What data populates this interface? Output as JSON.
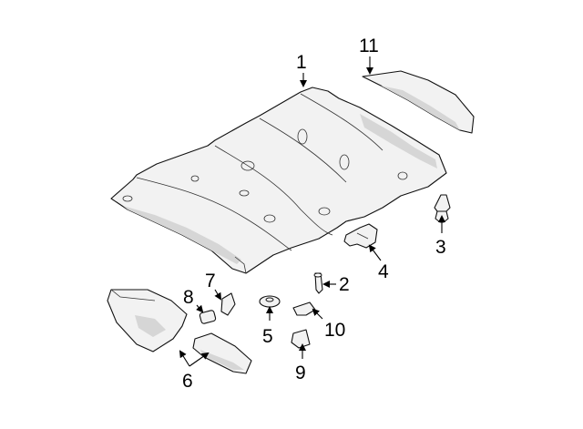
{
  "callouts": {
    "c1": "1",
    "c2": "2",
    "c3": "3",
    "c4": "4",
    "c5": "5",
    "c6": "6",
    "c7": "7",
    "c8": "8",
    "c9": "9",
    "c10": "10",
    "c11": "11"
  },
  "colors": {
    "line": "#111111",
    "part_fill": "#f2f2f2",
    "shade": "#d6d6d6",
    "background": "#ffffff"
  }
}
